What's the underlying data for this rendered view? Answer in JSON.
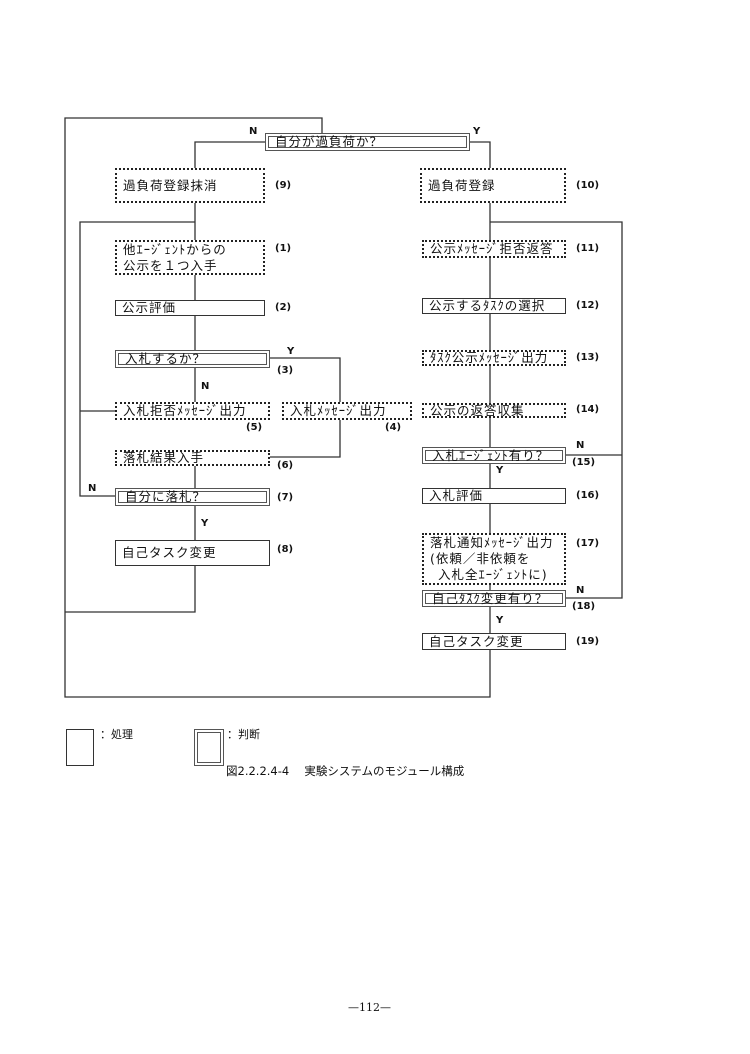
{
  "boxes": {
    "b0": {
      "text": "自分が過負荷か？",
      "num": ""
    },
    "b9": {
      "text": "過負荷登録抹消",
      "num": "(9)"
    },
    "b10": {
      "text": "過負荷登録",
      "num": "(10)"
    },
    "b1": {
      "line1": "他ｴｰｼﾞｪﾝﾄからの",
      "line2": "公示を１つ入手",
      "num": "(1)"
    },
    "b2": {
      "text": "公示評価",
      "num": "(2)"
    },
    "b3": {
      "text": "入札するか？",
      "num": "(3)"
    },
    "b4": {
      "text": "入札ﾒｯｾｰｼﾞ出力",
      "num": "(4)"
    },
    "b5": {
      "text": "入札拒否ﾒｯｾｰｼﾞ出力",
      "num": "(5)"
    },
    "b6": {
      "text": "落札結果入手",
      "num": "(6)"
    },
    "b7": {
      "text": "自分に落札？",
      "num": "(7)"
    },
    "b8": {
      "text": "自己タスク変更",
      "num": "(8)"
    },
    "b11": {
      "text": "公示ﾒｯｾｰｼﾞ拒否返答",
      "num": "(11)"
    },
    "b12": {
      "text": "公示するﾀｽｸの選択",
      "num": "(12)"
    },
    "b13": {
      "text": "ﾀｽｸ公示ﾒｯｾｰｼﾞ出力",
      "num": "(13)"
    },
    "b14": {
      "text": "公示の返答収集",
      "num": "(14)"
    },
    "b15": {
      "text": "入札ｴｰｼﾞｪﾝﾄ有り？",
      "num": "(15)"
    },
    "b16": {
      "text": "入札評価",
      "num": "(16)"
    },
    "b17": {
      "line1": "落札通知ﾒｯｾｰｼﾞ出力",
      "line2": "(依頼／非依頼を",
      "line3": "入札全ｴｰｼﾞｪﾝﾄに)",
      "num": "(17)"
    },
    "b18": {
      "text": "自己ﾀｽｸ変更有り？",
      "num": "(18)"
    },
    "b19": {
      "text": "自己タスク変更",
      "num": "(19)"
    }
  },
  "branches": {
    "n": "N",
    "y": "Y"
  },
  "legend": {
    "process": "：処理",
    "decision": "：判断"
  },
  "caption": "図2.2.2.4-4　 実験システムのモジュール構成",
  "page_number": "—112—"
}
